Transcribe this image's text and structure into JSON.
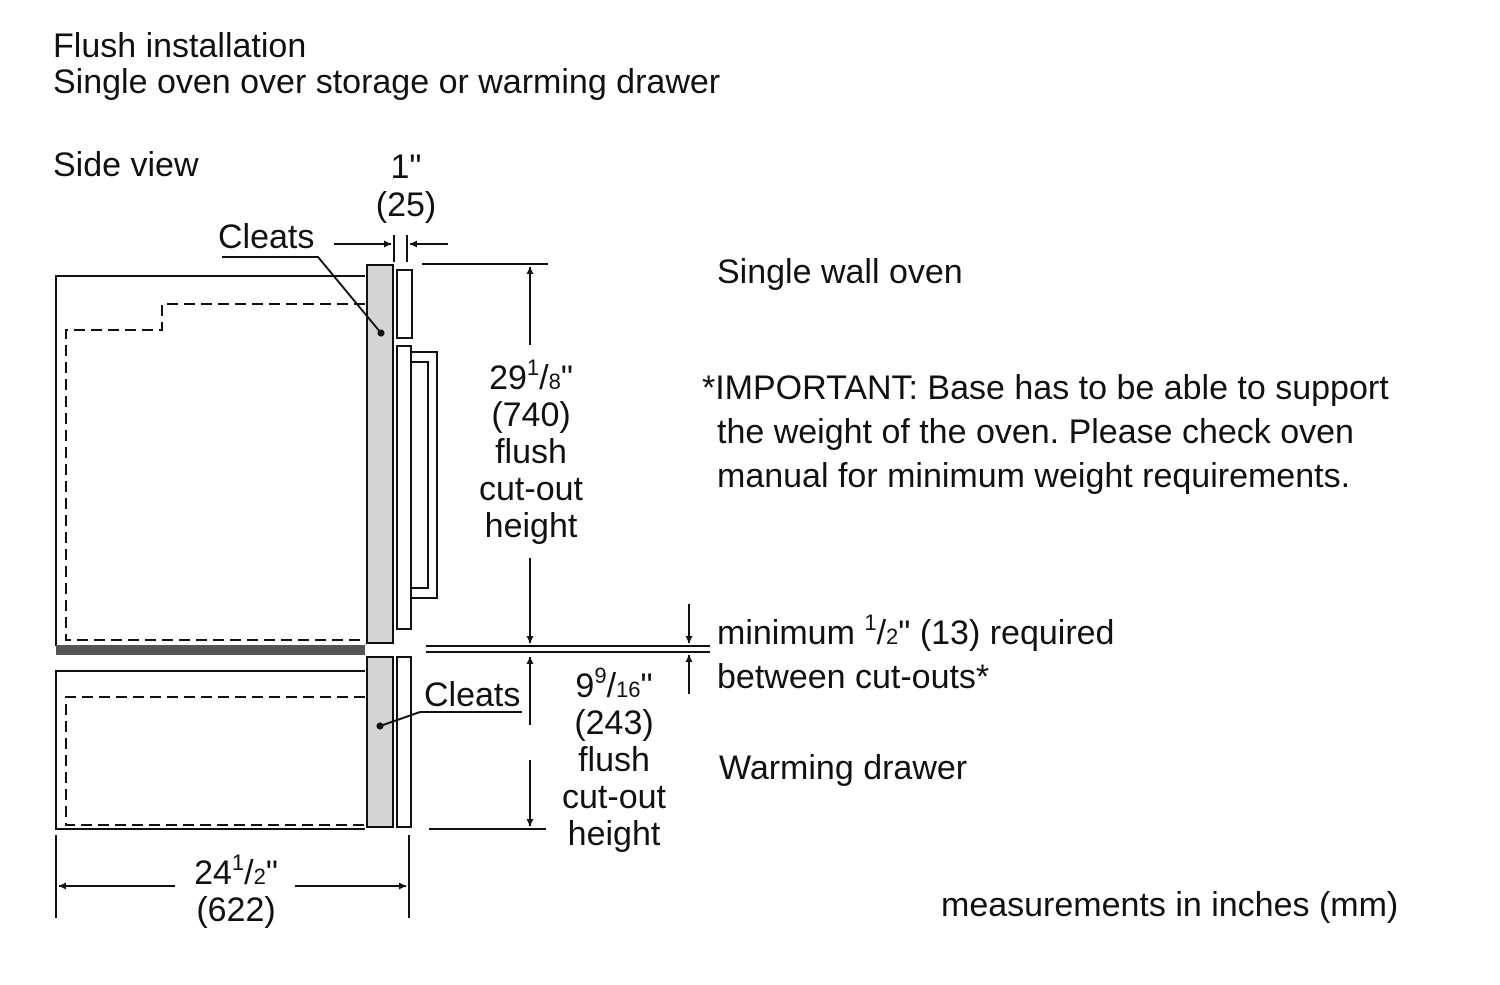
{
  "header": {
    "title": "Flush installation",
    "subtitle": "Single oven over storage or warming drawer"
  },
  "view_label": "Side view",
  "labels": {
    "cleats_top": "Cleats",
    "cleats_bottom": "Cleats",
    "single_wall_oven": "Single wall oven",
    "warming_drawer": "Warming drawer",
    "measurements_note": "measurements in inches (mm)"
  },
  "important_note": {
    "line1": "*IMPORTANT: Base has to be able to support",
    "line2": "the weight of the oven. Please check oven",
    "line3": "manual for minimum weight requirements."
  },
  "dimensions": {
    "cleat_depth": {
      "inches": "1\"",
      "mm": "(25)"
    },
    "oven_cutout": {
      "whole": "29",
      "num": "1",
      "den": "8",
      "inch_mark": "\"",
      "mm": "(740)",
      "line1": "flush",
      "line2": "cut-out",
      "line3": "height"
    },
    "gap_between": {
      "prefix": "minimum ",
      "num": "1",
      "den": "2",
      "suffix": "\" (13) required",
      "line2": "between cut-outs*"
    },
    "drawer_cutout": {
      "whole": "9",
      "num": "9",
      "den": "16",
      "inch_mark": "\"",
      "mm": "(243)",
      "line1": "flush",
      "line2": "cut-out",
      "line3": "height"
    },
    "cabinet_depth": {
      "whole": "24",
      "num": "1",
      "den": "2",
      "inch_mark": "\"",
      "mm": "(622)"
    }
  },
  "colors": {
    "line": "#111111",
    "cleat_fill": "#d4d4d4",
    "shelf_fill": "#555555"
  }
}
